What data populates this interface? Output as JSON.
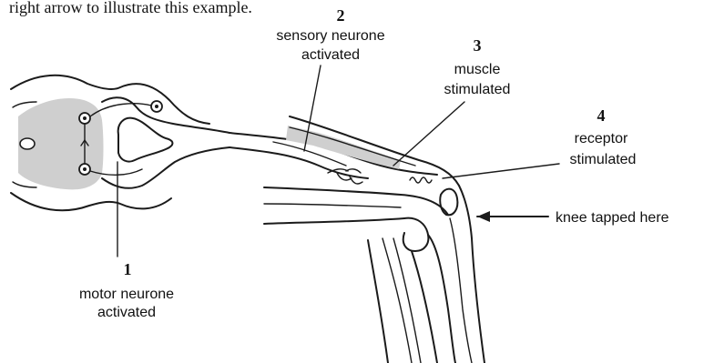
{
  "caption": "right arrow to illustrate this example.",
  "labels": [
    {
      "number": "1",
      "text_lines": [
        "motor neurone",
        "activated"
      ]
    },
    {
      "number": "2",
      "text_lines": [
        "sensory neurone",
        "activated"
      ]
    },
    {
      "number": "3",
      "text_lines": [
        "muscle",
        "stimulated"
      ]
    },
    {
      "number": "4",
      "text_lines": [
        "receptor",
        "stimulated"
      ]
    }
  ],
  "knee_label": "knee tapped here"
}
